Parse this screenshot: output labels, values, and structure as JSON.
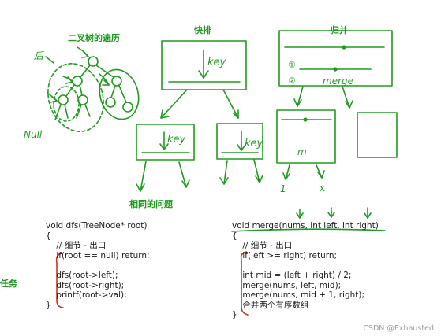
{
  "labels": {
    "tree_title": "二叉树的遍历",
    "quick_sort": "快排",
    "merge_sort": "归并",
    "same_problem": "相同的问题",
    "task": "任务"
  },
  "handwriting": {
    "root_mark": "后",
    "null_mark": "Null",
    "key_top": "key",
    "key_left": "key",
    "key_right": "key",
    "merge_word": "merge",
    "circle_one": "①",
    "circle_two": "②",
    "m_mark": "m",
    "one_mark": "1",
    "x_mark": "x"
  },
  "code_left": [
    "void dfs(TreeNode* root)",
    "{",
    "    // 细节 - 出口",
    "    if(root == null) return;",
    "",
    "    dfs(root->left);",
    "    dfs(root->right);",
    "    printf(root->val);",
    "}"
  ],
  "code_right": [
    "void merge(nums, int left, int right)",
    "{",
    "    // 细节 - 出口",
    "    if(left >= right) return;",
    "",
    "    int mid = (left + right) / 2;",
    "    merge(nums, left, mid);",
    "    merge(nums, mid + 1, right);",
    "    合并两个有序数组",
    "}"
  ],
  "watermark": "CSDN @Exhausted.",
  "colors": {
    "ink_green": "#1f9a1f",
    "ink_red": "#c0392b",
    "code_text": "#1a1a1a"
  }
}
